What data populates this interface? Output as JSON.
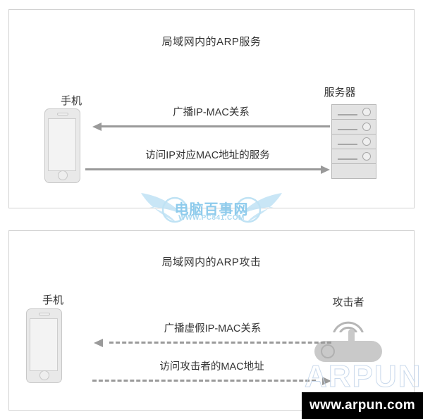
{
  "panels": [
    {
      "id": "arp-service",
      "title": "局域网内的ARP服务",
      "left_node": {
        "label": "手机",
        "icon": "phone-icon"
      },
      "right_node": {
        "label": "服务器",
        "icon": "server-rack-icon"
      },
      "arrows": [
        {
          "label": "广播IP-MAC关系",
          "direction": "left",
          "style": "solid"
        },
        {
          "label": "访问IP对应MAC地址的服务",
          "direction": "right",
          "style": "solid"
        }
      ]
    },
    {
      "id": "arp-attack",
      "title": "局域网内的ARP攻击",
      "left_node": {
        "label": "手机",
        "icon": "phone-icon"
      },
      "right_node": {
        "label": "攻击者",
        "icon": "router-icon"
      },
      "arrows": [
        {
          "label": "广播虚假IP-MAC关系",
          "direction": "left",
          "style": "dashed"
        },
        {
          "label": "访问攻击者的MAC地址",
          "direction": "right",
          "style": "dashed"
        }
      ]
    }
  ],
  "watermarks": {
    "center": {
      "text": "电脑百事网",
      "url": "WWW.PC841.COM"
    },
    "ghost": "ARPUN",
    "banner": "www.arpun.com"
  },
  "colors": {
    "panel_border": "#d2d2d2",
    "arrow": "#9a9a9a",
    "device_fill": "#e9e9e9",
    "device_stroke": "#c8c8c8",
    "text": "#333333",
    "watermark_blue": "#8ecbec",
    "banner_background": "#000000",
    "banner_text": "#ffffff"
  }
}
